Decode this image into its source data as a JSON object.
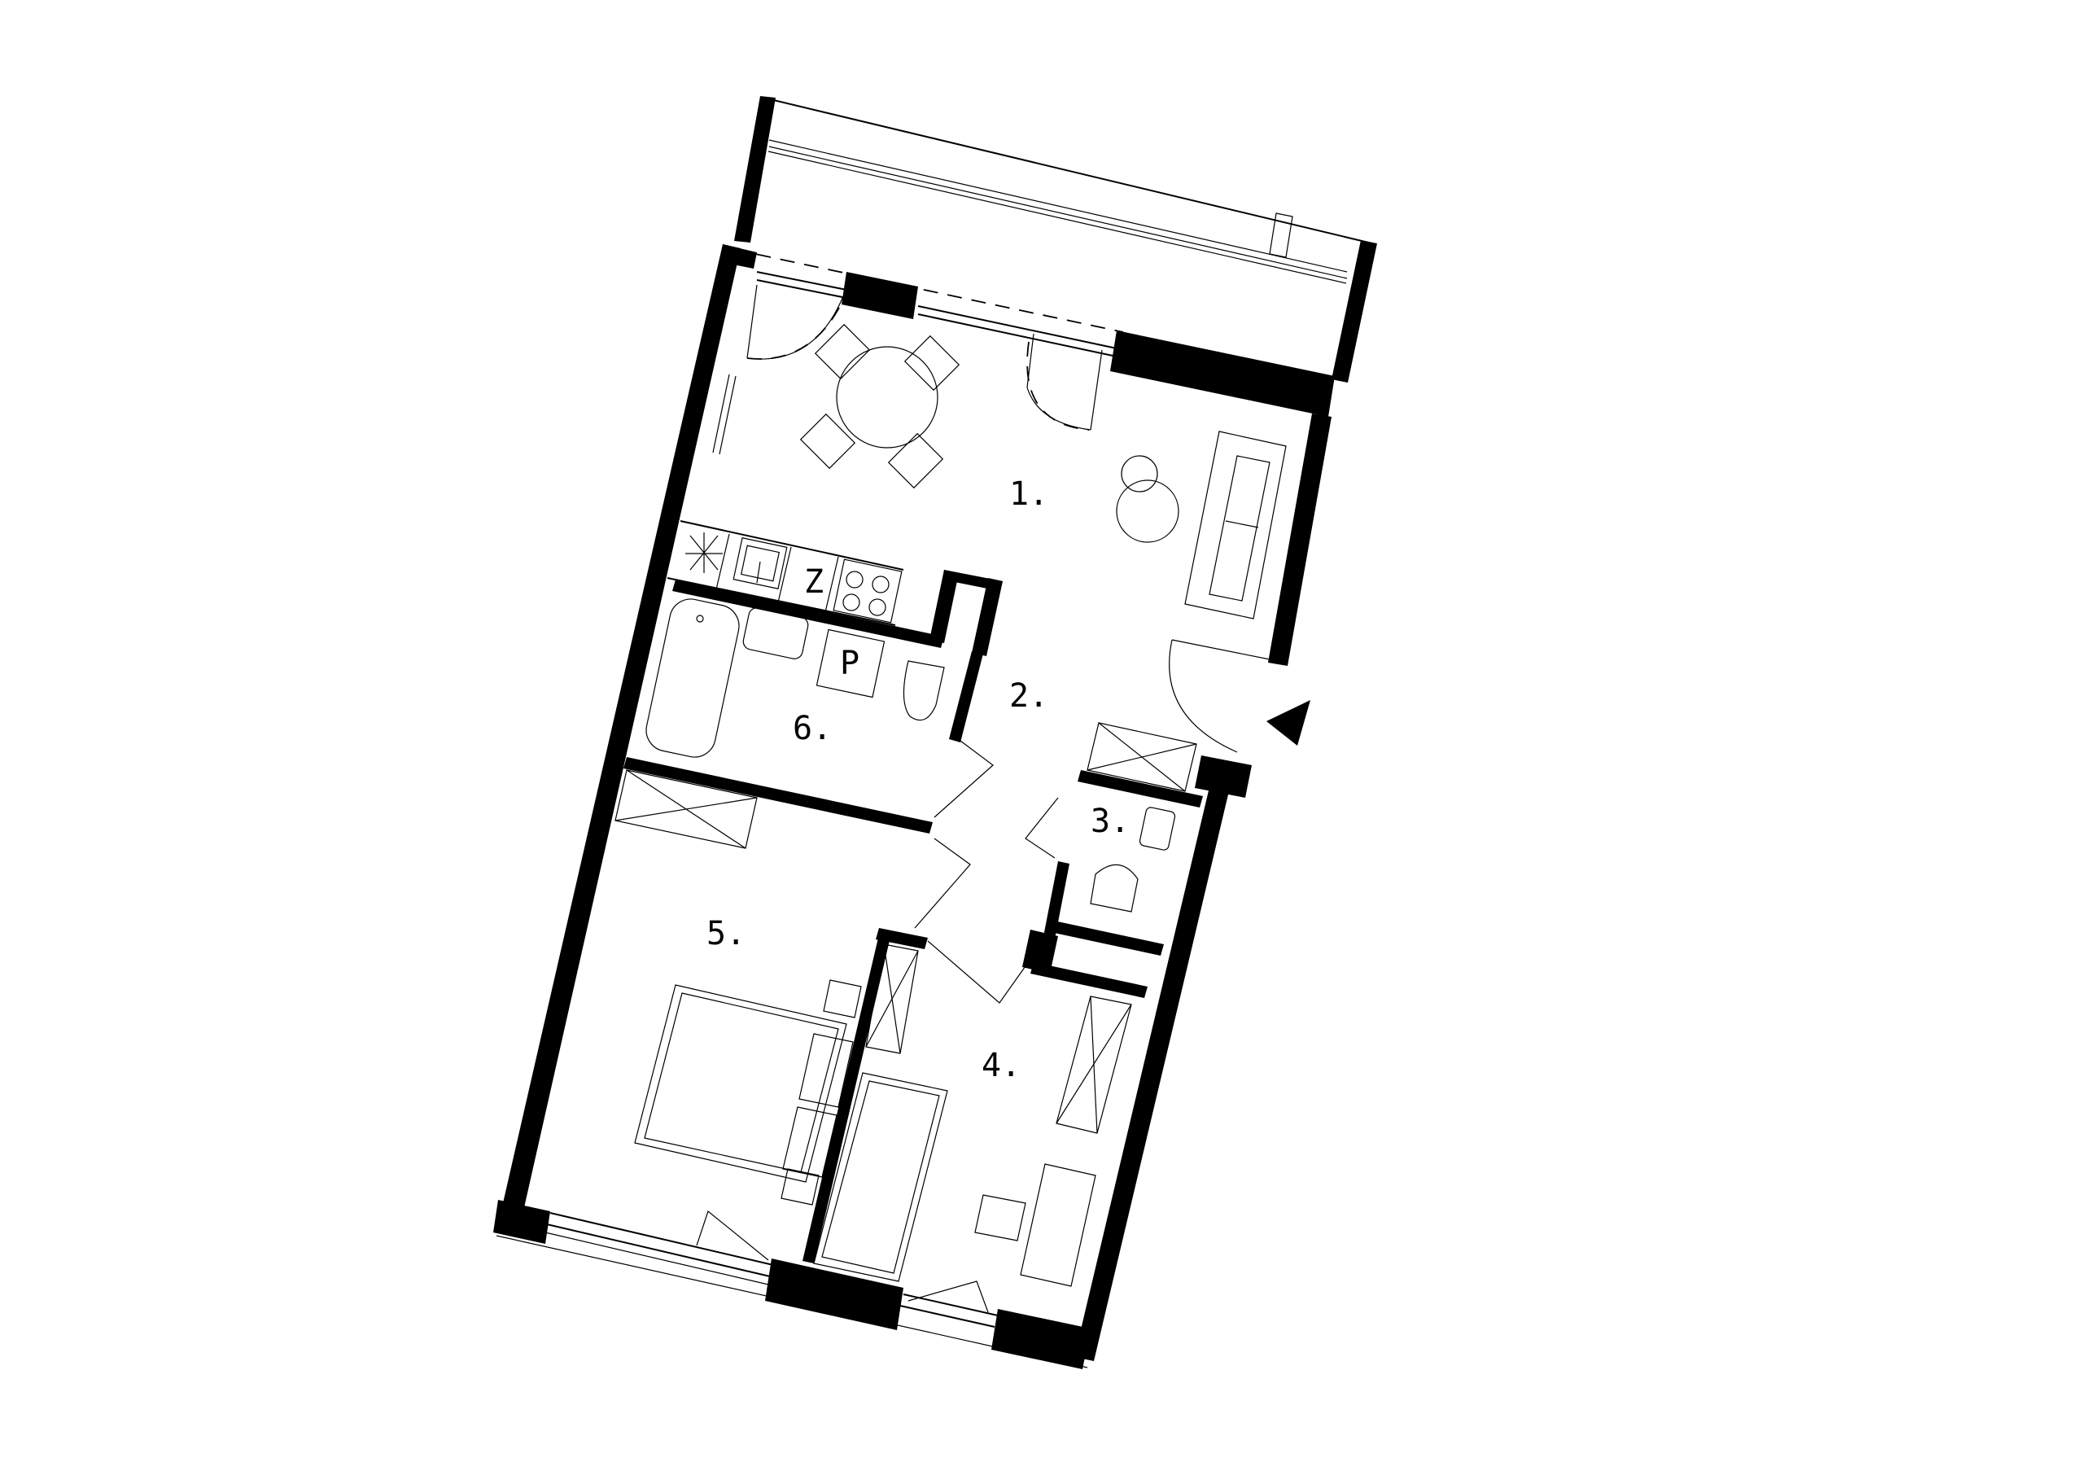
{
  "rooms": [
    {
      "id": "living",
      "label": "1."
    },
    {
      "id": "hall",
      "label": "2."
    },
    {
      "id": "wc",
      "label": "3."
    },
    {
      "id": "bedroom-small",
      "label": "4."
    },
    {
      "id": "bedroom-main",
      "label": "5."
    },
    {
      "id": "bathroom",
      "label": "6."
    }
  ],
  "fixtures": {
    "fridge_letter": "Z",
    "washer_letter": "P"
  },
  "colors": {
    "wall": "#000000",
    "line": "#000000",
    "background": "#ffffff"
  }
}
